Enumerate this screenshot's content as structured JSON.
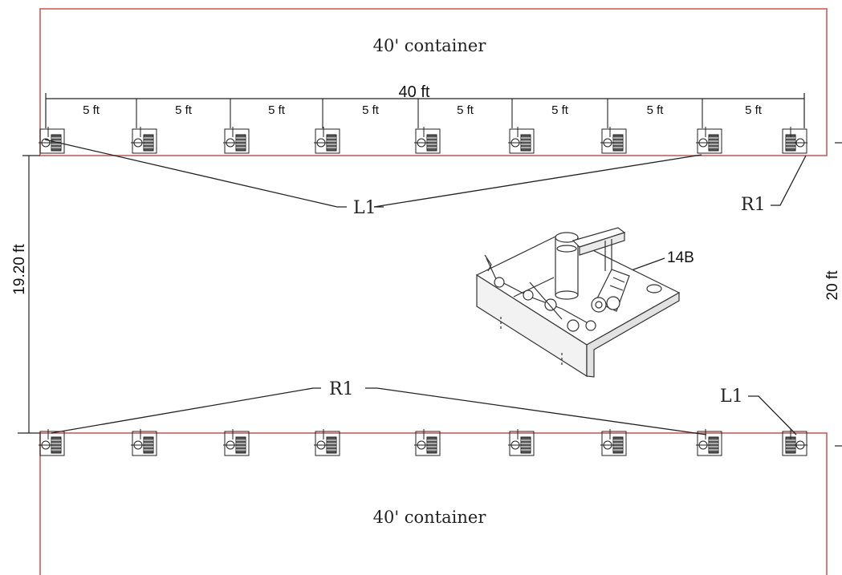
{
  "top_container": {
    "label": "40' container"
  },
  "bottom_container": {
    "label": "40' container"
  },
  "overall_width": {
    "label": "40 ft"
  },
  "segment_labels": [
    "5 ft",
    "5 ft",
    "5 ft",
    "5 ft",
    "5 ft",
    "5 ft",
    "5 ft",
    "5 ft"
  ],
  "left_gap": {
    "label": "19.20 ft"
  },
  "right_gap": {
    "label": "20 ft"
  },
  "callouts": {
    "top_left": "L1",
    "top_right": "R1",
    "bottom_center": "R1",
    "bottom_right": "L1",
    "robot": "14B"
  },
  "colors": {
    "container_outline": "#d45a5a",
    "line": "#222222"
  }
}
